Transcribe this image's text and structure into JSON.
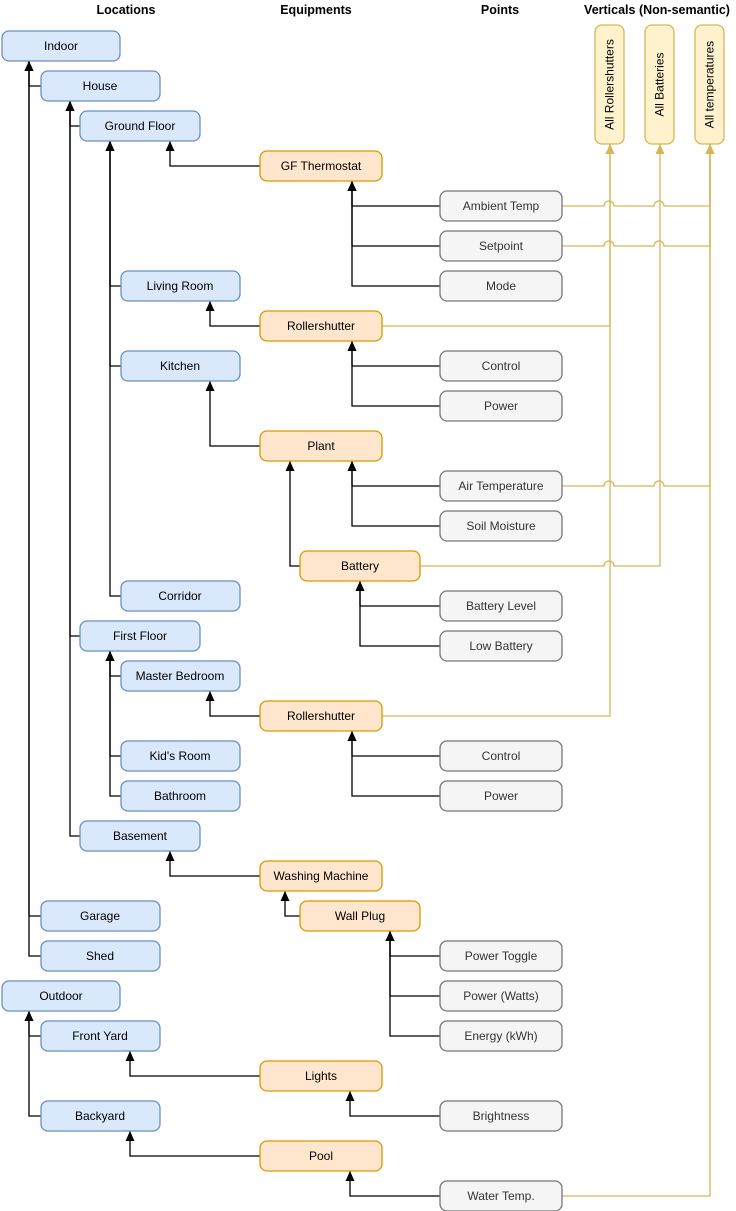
{
  "header": {
    "locations": "Locations",
    "equipments": "Equipments",
    "points": "Points",
    "verticals": "Verticals (Non-semantic)"
  },
  "locations": {
    "indoor": "Indoor",
    "house": "House",
    "ground_floor": "Ground Floor",
    "living_room": "Living Room",
    "kitchen": "Kitchen",
    "corridor": "Corridor",
    "first_floor": "First Floor",
    "master_bedroom": "Master Bedroom",
    "kids_room": "Kid's Room",
    "bathroom": "Bathroom",
    "basement": "Basement",
    "garage": "Garage",
    "shed": "Shed",
    "outdoor": "Outdoor",
    "front_yard": "Front Yard",
    "backyard": "Backyard"
  },
  "equipments": {
    "gf_thermostat": "GF Thermostat",
    "rollershutter_living": "Rollershutter",
    "plant": "Plant",
    "battery": "Battery",
    "rollershutter_master": "Rollershutter",
    "washing_machine": "Washing Machine",
    "wall_plug": "Wall Plug",
    "lights": "Lights",
    "pool": "Pool"
  },
  "points": {
    "ambient_temp": "Ambient Temp",
    "setpoint": "Setpoint",
    "mode": "Mode",
    "control_living": "Control",
    "power_living": "Power",
    "air_temperature": "Air Temperature",
    "soil_moisture": "Soil Moisture",
    "battery_level": "Battery Level",
    "low_battery": "Low Battery",
    "control_master": "Control",
    "power_master": "Power",
    "power_toggle": "Power Toggle",
    "power_watts": "Power (Watts)",
    "energy_kwh": "Energy (kWh)",
    "brightness": "Brightness",
    "water_temp": "Water Temp."
  },
  "verticals": {
    "all_rollershutters": "All Rollershutters",
    "all_batteries": "All Batteries",
    "all_temperatures": "All temperatures"
  },
  "colors": {
    "location_fill": "#dae8fc",
    "location_stroke": "#6c8ebf",
    "equipment_fill": "#ffe6cc",
    "equipment_stroke": "#d79b00",
    "point_fill": "#f5f5f5",
    "point_stroke": "#777777",
    "point_text": "#333333",
    "vertical_fill": "#fff2cc",
    "vertical_stroke": "#d6b656",
    "connector_black": "#000000",
    "connector_yellow": "#d6b656"
  }
}
